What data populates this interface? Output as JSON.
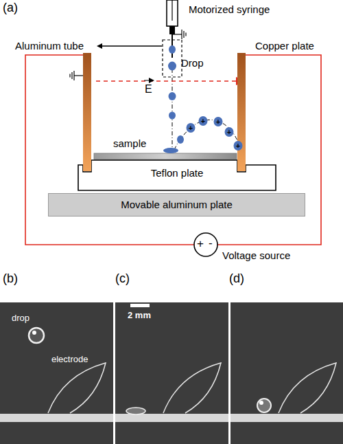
{
  "diagram": {
    "nodes": [
      {
        "text": [
          "sample"
        ]
      },
      {
        "text": [
          "Teflon plate"
        ]
      },
      {
        "text": [
          "Movable aluminum plate"
        ]
      },
      {
        "text": [
          "+",
          "-",
          "Voltage source"
        ]
      }
    ],
    "labels": [
      "(a)",
      "Motorized syringe",
      "Aluminum tube",
      "Copper plate",
      "Drop",
      "E",
      "+",
      "+",
      "+",
      "+",
      "+",
      "(b)",
      "(c)",
      "(d)",
      "drop",
      "2 mm",
      "electrode"
    ]
  }
}
